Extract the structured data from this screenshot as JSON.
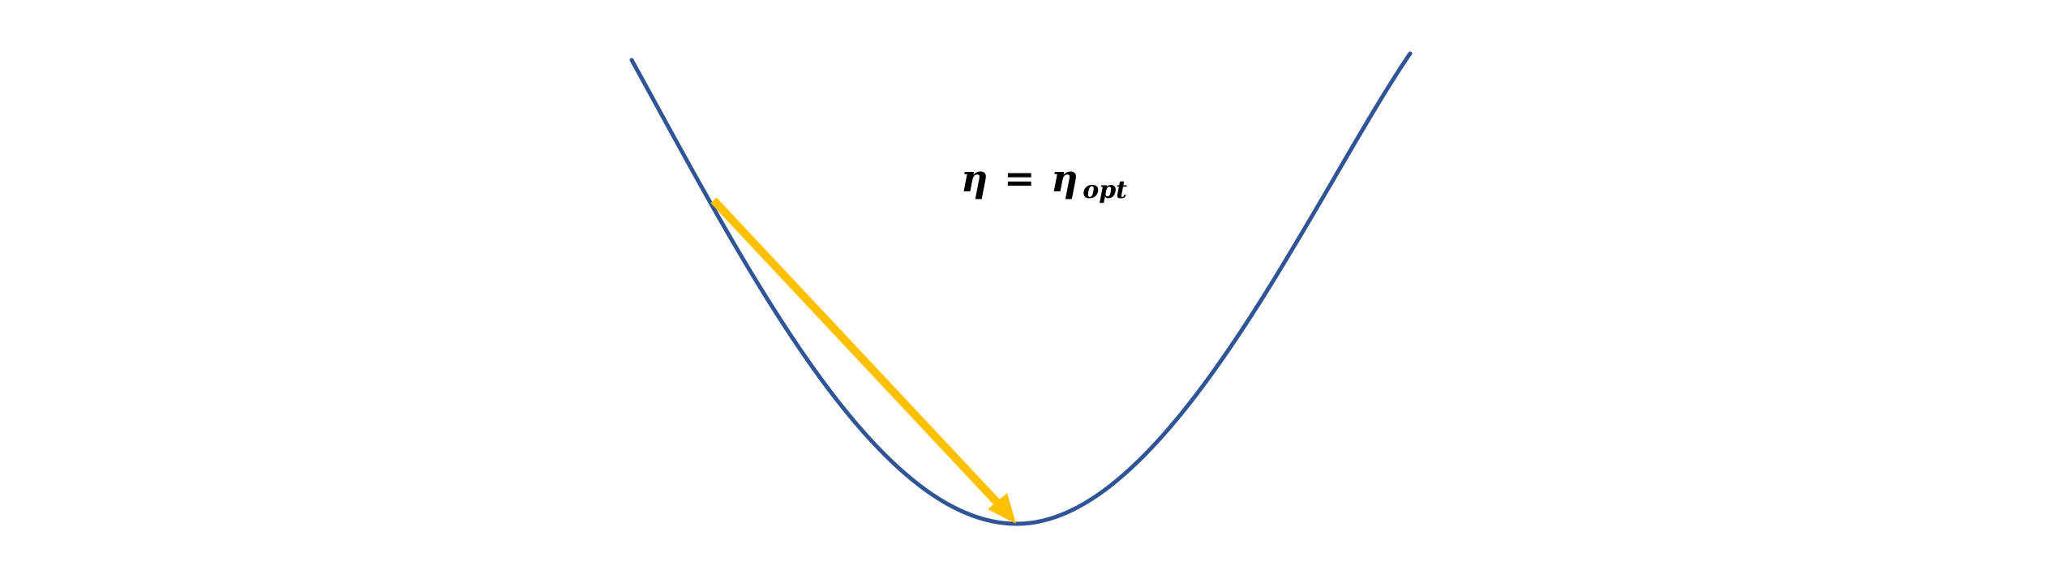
{
  "equation": {
    "lhs": "η",
    "relation": "=",
    "rhs_base": "η",
    "rhs_subscript": "opt"
  },
  "colors": {
    "curve": "#2F5597",
    "arrow": "#FFC000",
    "background": "#FFFFFF",
    "text": "#000000"
  }
}
